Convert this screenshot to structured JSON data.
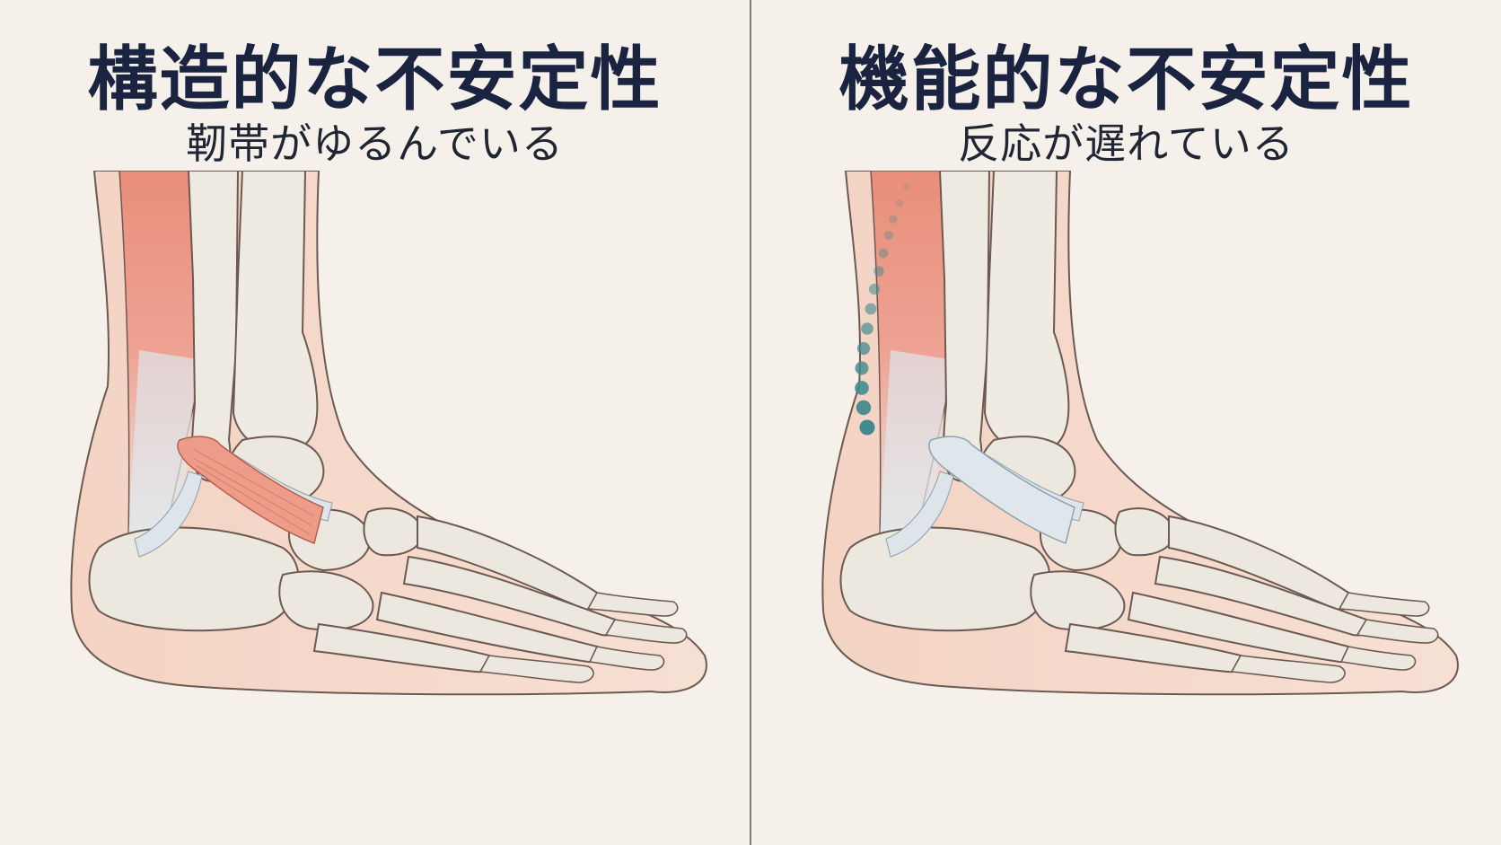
{
  "panels": [
    {
      "title": "構造的な不安定性",
      "subtitle": "靭帯がゆるんでいる",
      "ligament_state": "lax",
      "highlight_color": "#e8917d"
    },
    {
      "title": "機能的な不安定性",
      "subtitle": "反応が遅れている",
      "ligament_state": "delayed-response",
      "highlight_color": "#d9e3ea",
      "signal_color": "#3d8a8c"
    }
  ]
}
